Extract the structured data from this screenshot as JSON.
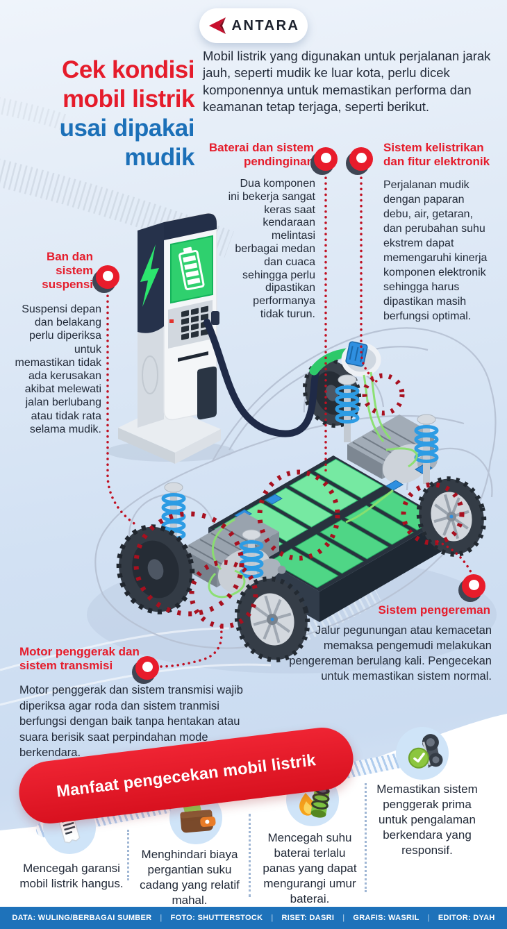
{
  "logo": {
    "brand": "ANTARA"
  },
  "title": {
    "red_lines": [
      "Cek kondisi",
      "mobil listrik"
    ],
    "blue_lines": [
      "usai dipakai",
      "mudik"
    ]
  },
  "intro": "Mobil listrik yang digunakan untuk perjalanan jarak jauh, seperti mudik ke luar kota, perlu dicek komponennya untuk memastikan performa dan keamanan tetap terjaga, seperti berikut.",
  "sections": {
    "battery": {
      "title": "Baterai dan sistem pendinginan",
      "body": "Dua komponen ini bekerja sangat keras saat kendaraan melintasi berbagai medan dan cuaca sehingga perlu dipastikan performanya tidak turun."
    },
    "electrical": {
      "title": "Sistem kelistrikan dan fitur elektronik",
      "body": "Perjalanan mudik dengan paparan debu, air, getaran, dan perubahan suhu ekstrem dapat memengaruhi kinerja komponen elektronik sehingga harus dipastikan masih berfungsi optimal."
    },
    "tires": {
      "title": "Ban dan sistem suspensi",
      "body": "Suspensi depan dan belakang perlu diperiksa untuk memastikan tidak ada kerusakan akibat melewati jalan berlubang atau tidak rata selama mudik."
    },
    "brakes": {
      "title": "Sistem pengereman",
      "body": "Jalur pegunungan atau kemacetan memaksa pengemudi melakukan pengereman berulang kali. Pengecekan untuk memastikan sistem normal."
    },
    "motor": {
      "title": "Motor penggerak dan sistem transmisi",
      "body": "Motor penggerak dan sistem transmisi wajib diperiksa agar roda dan sistem tranmisi berfungsi dengan baik tanpa hentakan atau suara berisik saat perpindahan mode berkendara."
    }
  },
  "benefits": {
    "banner": "Manfaat pengecekan mobil listrik",
    "items": [
      {
        "icon": "receipt-icon",
        "text": "Mencegah garansi mobil listrik hangus."
      },
      {
        "icon": "wallet-icon",
        "text": "Menghindari biaya pergantian suku cadang yang relatif mahal."
      },
      {
        "icon": "battery-overheat-icon",
        "text": "Mencegah suhu baterai terlalu panas yang dapat mengurangi umur baterai."
      },
      {
        "icon": "motor-icon",
        "text": "Memastikan sistem penggerak prima untuk pengalaman berkendara yang responsif."
      }
    ]
  },
  "footer": {
    "separator": "|",
    "credits": [
      "DATA: WULING/BERBAGAI SUMBER",
      "FOTO: SHUTTERSTOCK",
      "RISET: DASRI",
      "GRAFIS: WASRIL",
      "EDITOR: DYAH"
    ]
  },
  "colors": {
    "accent_red": "#e51c2b",
    "accent_blue": "#1c70b8",
    "text_dark": "#222a38",
    "battery_green": "#62dd92",
    "footer_blue": "#1e72ba"
  }
}
